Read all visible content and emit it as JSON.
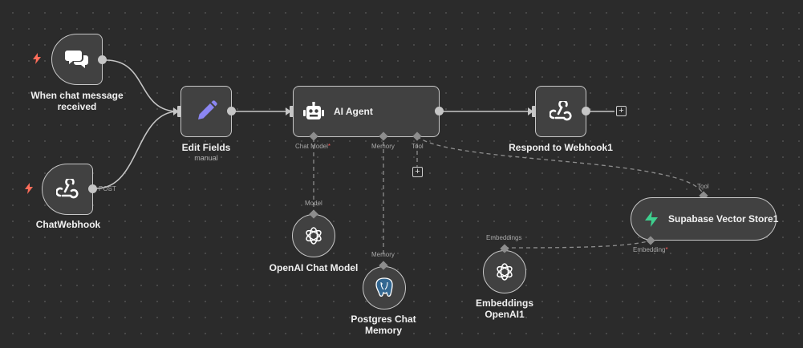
{
  "nodes": {
    "chat_trigger": {
      "label_line1": "When chat message",
      "label_line2": "received",
      "icon": "chat-bubbles-icon"
    },
    "chat_webhook": {
      "label": "ChatWebhook",
      "output_label": "POST",
      "icon": "webhook-icon"
    },
    "edit_fields": {
      "label": "Edit Fields",
      "sublabel": "manual",
      "icon": "pencil-icon"
    },
    "ai_agent": {
      "label": "AI Agent",
      "icon": "robot-icon",
      "handles": {
        "chat_model": "Chat Model",
        "chat_model_required": "*",
        "memory": "Memory",
        "tool": "Tool"
      }
    },
    "respond": {
      "label": "Respond to Webhook1",
      "icon": "webhook-icon"
    },
    "openai_chat": {
      "label": "OpenAI Chat Model",
      "input_label": "Model",
      "icon": "openai-icon"
    },
    "postgres": {
      "label_line1": "Postgres Chat",
      "label_line2": "Memory",
      "input_label": "Memory",
      "icon": "postgres-icon"
    },
    "embeddings": {
      "label_line1": "Embeddings",
      "label_line2": "OpenAI1",
      "output_label": "Embeddings",
      "icon": "openai-icon"
    },
    "supabase": {
      "label": "Supabase Vector Store1",
      "input_label": "Tool",
      "embedding_label": "Embedding",
      "embedding_required": "*",
      "icon": "supabase-icon"
    }
  },
  "add_button_symbol": "+",
  "colors": {
    "canvas": "#2b2b2b",
    "node_bg": "#414141",
    "node_border": "#c7c7c7",
    "wire": "#c6c6c6",
    "dashed_wire": "#8d8d8d",
    "trigger_bolt": "#ff6d5a",
    "edit_icon": "#8b86f2",
    "supabase_green": "#3ecf8e",
    "postgres_blue": "#336791"
  }
}
